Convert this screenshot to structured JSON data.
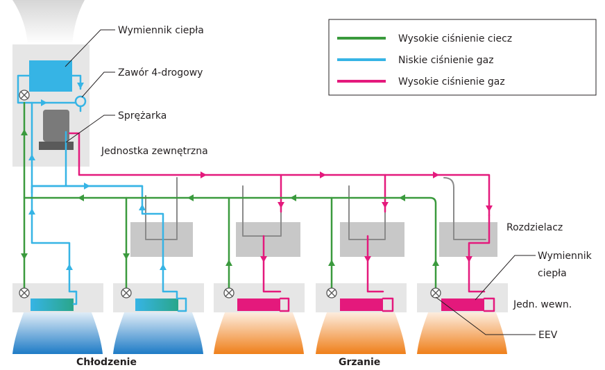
{
  "labels": {
    "heat_exchanger_outdoor": "Wymiennik ciepła",
    "four_way_valve": "Zawór 4-drogowy",
    "compressor": "Sprężarka",
    "outdoor_unit": "Jednostka zewnętrzna",
    "distributor": "Rozdzielacz",
    "heat_exchanger_indoor_line1": "Wymiennik",
    "heat_exchanger_indoor_line2": "ciepła",
    "indoor_unit": "Jedn. wewn.",
    "eev": "EEV",
    "cooling": "Chłodzenie",
    "heating": "Grzanie"
  },
  "legend": [
    {
      "label": "Wysokie ciśnienie ciecz",
      "color": "#3a9a3d"
    },
    {
      "label": "Niskie ciśnienie gaz",
      "color": "#36b4e5"
    },
    {
      "label": "Wysokie ciśnienie gaz",
      "color": "#e4197c"
    }
  ],
  "colors": {
    "liquid_high": "#3a9a3d",
    "gas_low": "#36b4e5",
    "gas_high": "#e4197c",
    "unit_body": "#e6e6e6",
    "distributor_box": "#c8c8c8",
    "bypass_line": "#8a8a8a",
    "cool_air": "#1e7bc6",
    "heat_air": "#ef7f1a"
  }
}
